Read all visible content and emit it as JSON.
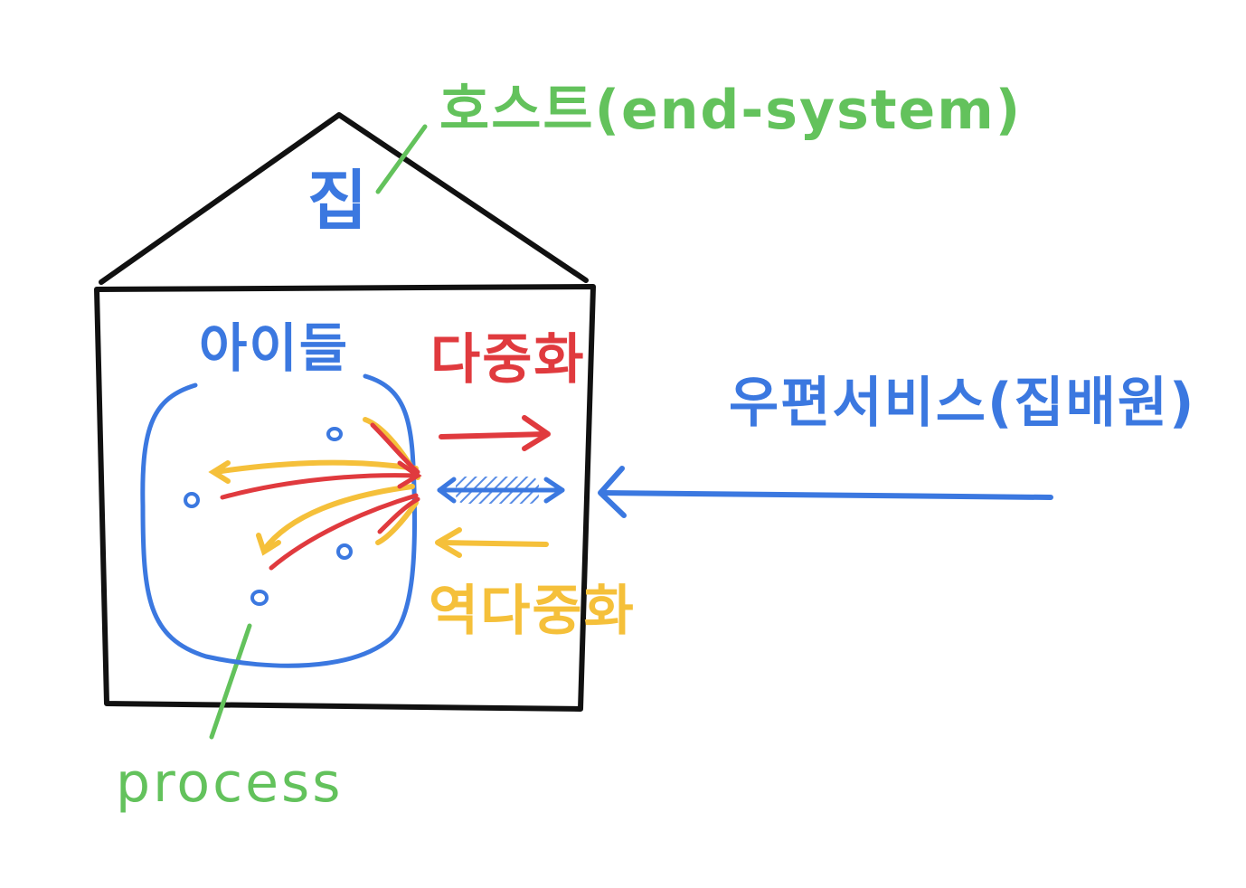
{
  "labels": {
    "host": "호스트(end-system)",
    "house": "집",
    "kids": "아이들",
    "multiplexing": "다중화",
    "demultiplexing": "역다중화",
    "postal_service": "우편서비스(집배원)",
    "process": "process"
  },
  "colors": {
    "outline": "#111111",
    "blue": "#3b78e0",
    "green": "#63c25c",
    "red": "#e03a3e",
    "yellow": "#f5c03a"
  }
}
